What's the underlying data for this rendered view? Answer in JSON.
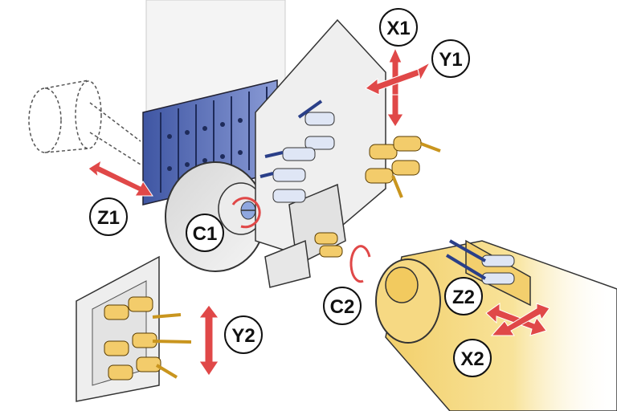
{
  "diagram": {
    "axis_labels": {
      "x1": "X1",
      "y1": "Y1",
      "z1": "Z1",
      "c1": "C1",
      "y2": "Y2",
      "c2": "C2",
      "z2": "Z2",
      "x2": "X2"
    },
    "colors": {
      "arrow": "#e04848",
      "guide_blue": "#4a62ae",
      "guide_blue_light": "#7e92cf",
      "tool_gold": "#f3cc6b",
      "tool_gold_dark": "#c9951e",
      "spindle_yellow": "#f7e08a",
      "machine_gray": "#e9e9e9",
      "machine_line": "#333333",
      "label_bubble": "#ffffff"
    }
  }
}
